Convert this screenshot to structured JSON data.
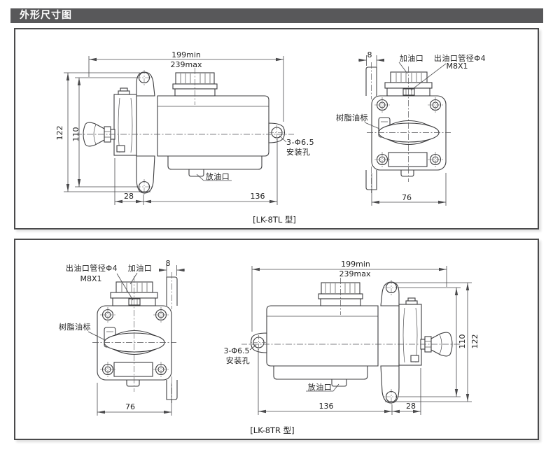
{
  "page": {
    "title": "外形尺寸图"
  },
  "colors": {
    "title_bg": "#58585a",
    "title_text": "#ffffff",
    "line": "#3d3d3f",
    "panel_border": "#4a4a4b"
  },
  "panel_top": {
    "caption": "[LK-8TL 型]",
    "side": {
      "w_min": "199min",
      "w_max": "239max",
      "h_total": "122",
      "h_holes": "110",
      "off": "28",
      "len": "136",
      "drain": "放油口",
      "holes1": "3-Φ6.5",
      "holes2": "安装孔"
    },
    "front": {
      "bracket": "8",
      "fill": "加油口",
      "outlet": "出油口管径Φ4",
      "thread": "M8X1",
      "gauge": "树脂油标",
      "width": "76"
    }
  },
  "panel_bottom": {
    "caption": "[LK-8TR 型]",
    "side": {
      "w_min": "199min",
      "w_max": "239max",
      "h_total": "122",
      "h_holes": "110",
      "off": "28",
      "len": "136",
      "drain": "放油口",
      "holes1": "3-Φ6.5",
      "holes2": "安装孔"
    },
    "front": {
      "bracket": "8",
      "fill": "加油口",
      "outlet": "出油口管径Φ4",
      "thread": "M8X1",
      "gauge": "树脂油标",
      "width": "76"
    }
  }
}
